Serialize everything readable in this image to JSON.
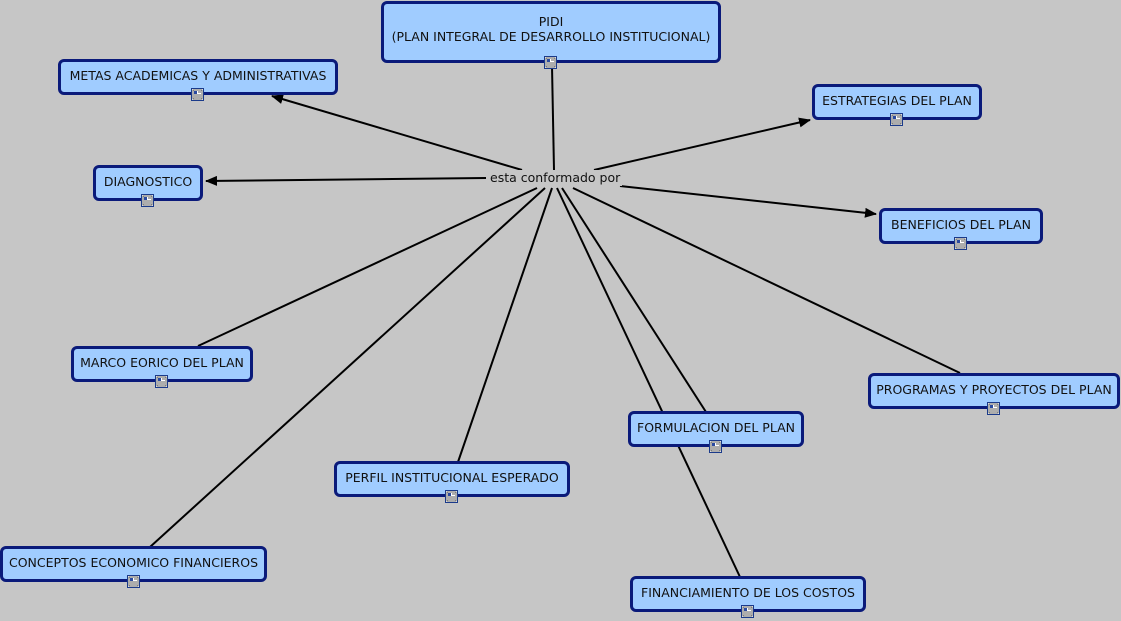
{
  "diagram": {
    "linking_phrase": "esta conformado por",
    "nodes": {
      "root": {
        "line1": "PIDI",
        "line2": "(PLAN INTEGRAL DE DESARROLLO INSTITUCIONAL)"
      },
      "metas": "METAS ACADEMICAS Y ADMINISTRATIVAS",
      "estrategias": "ESTRATEGIAS DEL PLAN",
      "diagnostico": "DIAGNOSTICO",
      "beneficios": "BENEFICIOS DEL PLAN",
      "marco": "MARCO EORICO DEL PLAN",
      "programas": "PROGRAMAS Y PROYECTOS DEL PLAN",
      "formulacion": "FORMULACION DEL PLAN",
      "perfil": "PERFIL INSTITUCIONAL ESPERADO",
      "conceptos": "CONCEPTOS ECONOMICO FINANCIEROS",
      "financiamiento": "FINANCIAMIENTO DE LOS COSTOS"
    },
    "icons": {
      "resource": "document-icon"
    },
    "colors": {
      "node_fill": "#a0ccff",
      "node_border": "#0a1a7a",
      "background": "#c6c6c6",
      "line": "#000000"
    }
  }
}
